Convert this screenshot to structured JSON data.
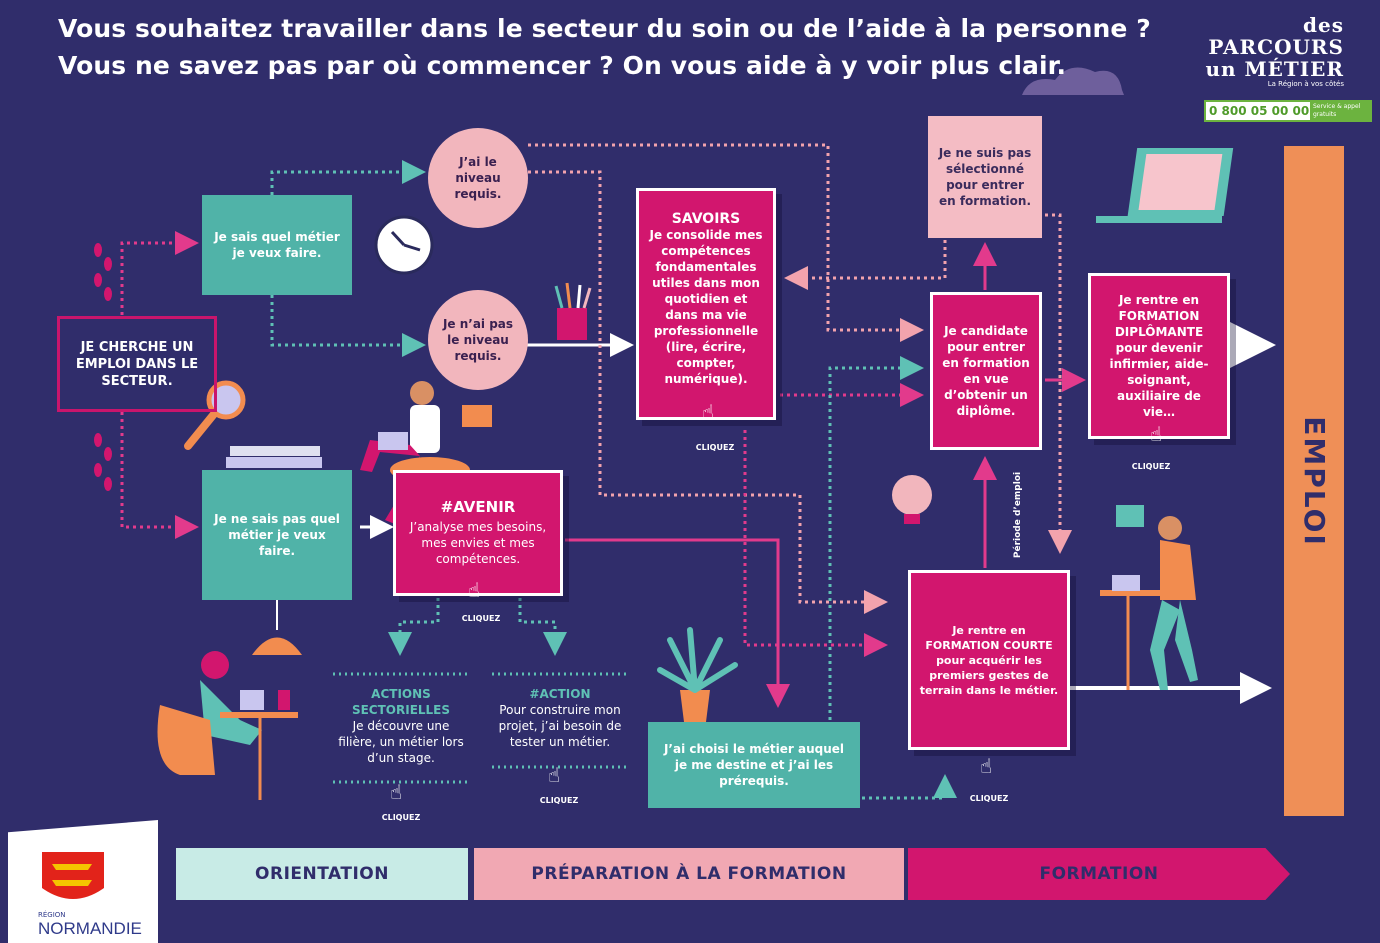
{
  "header": {
    "title_line1": "Vous souhaitez travailler dans le secteur du soin ou de l’aide à la personne ?",
    "title_line2": "Vous ne savez pas par où commencer ? On vous aide à y voir plus clair."
  },
  "brand": {
    "line1": "des",
    "line2": "PARCOURS",
    "line3": "un MÉTIER",
    "tagline": "La Région à vos côtés",
    "phone": "0 800 05 00 00",
    "phone_tag": "Service & appel gratuits"
  },
  "start": {
    "label": "JE CHERCHE UN EMPLOI DANS LE SECTEUR."
  },
  "orientation": {
    "knows": "Je sais quel métier je veux faire.",
    "doesnt_know": "Je ne sais pas quel métier je veux faire."
  },
  "levels": {
    "has_level": "J’ai le niveau requis.",
    "no_level": "Je n’ai pas le niveau requis."
  },
  "savoirs": {
    "title": "SAVOIRS",
    "text": "Je consolide mes compétences fondamentales utiles dans mon quotidien et dans ma vie professionnelle (lire, écrire, compter, numérique).",
    "click": "CLIQUEZ"
  },
  "avenir": {
    "title": "#AVENIR",
    "text": "J’analyse mes besoins, mes envies et mes compétences.",
    "click": "CLIQUEZ"
  },
  "actions_sectorielles": {
    "title": "ACTIONS SECTORIELLES",
    "text": "Je découvre une filière, un métier lors d’un stage.",
    "click": "CLIQUEZ"
  },
  "action": {
    "title": "#ACTION",
    "text": "Pour construire mon projet, j’ai besoin de tester un métier.",
    "click": "CLIQUEZ"
  },
  "choisi": {
    "label": "J’ai choisi le métier auquel je me destine et j’ai les prérequis."
  },
  "not_selected": {
    "label": "Je ne suis pas sélectionné pour entrer en formation."
  },
  "candidate": {
    "label": "Je candidate pour entrer en formation en vue d’obtenir un diplôme."
  },
  "diplomante": {
    "l1": "Je rentre en",
    "l2": "FORMATION DIPLÔMANTE",
    "l3": "pour devenir infirmier, aide-soignant, auxiliaire de vie…",
    "click": "CLIQUEZ"
  },
  "courte": {
    "l1": "Je rentre en",
    "l2": "FORMATION COURTE",
    "l3": "pour acquérir les premiers gestes de terrain dans le métier.",
    "click": "CLIQUEZ"
  },
  "periode": "Période d’emploi",
  "emploi": "EMPLOI",
  "phases": {
    "orientation": "ORIENTATION",
    "preparation": "PRÉPARATION À LA FORMATION",
    "formation": "FORMATION"
  },
  "region": {
    "small": "RÉGION",
    "name": "NORMANDIE"
  },
  "colors": {
    "background": "#302d6b",
    "teal": "#50b3a8",
    "magenta": "#d2166e",
    "light_pink": "#f2b6bd",
    "orange": "#ef8f57"
  }
}
